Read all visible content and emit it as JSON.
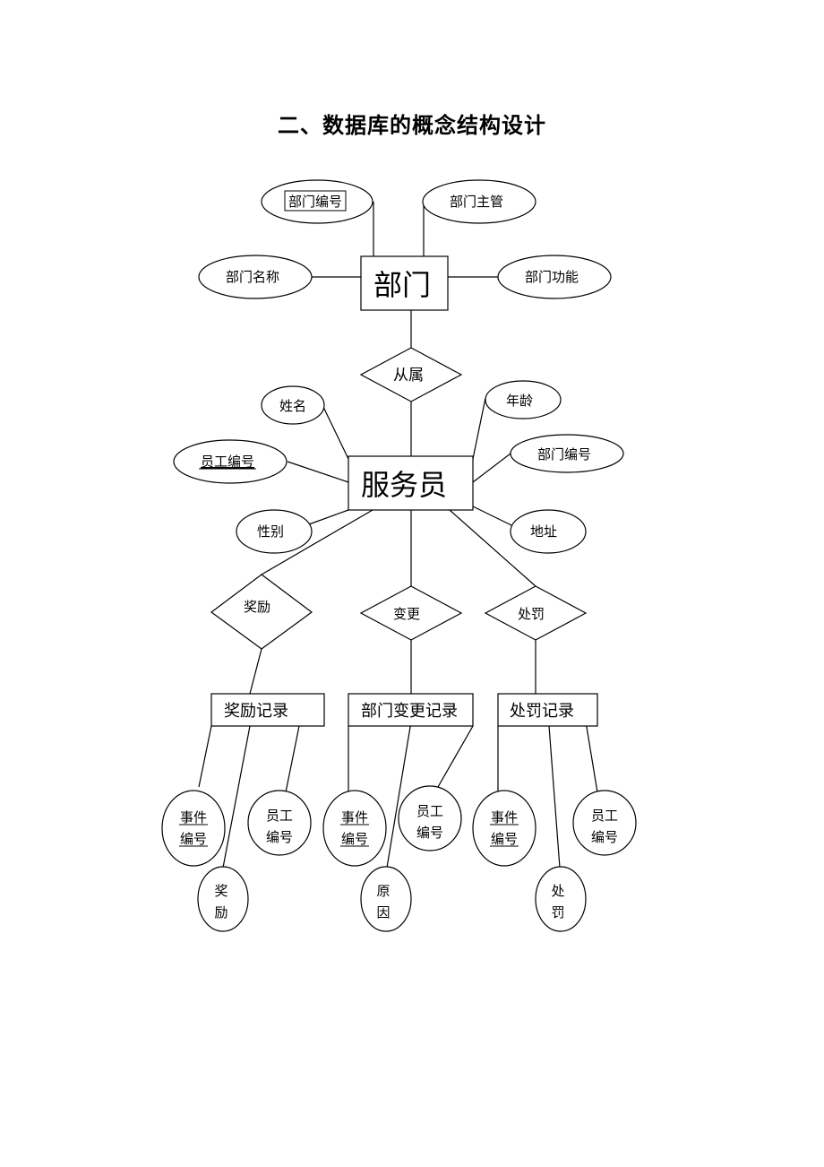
{
  "page_title": "二、数据库的概念结构设计",
  "entities": {
    "dept": "部门",
    "staff": "服务员",
    "reward_record": "奖励记录",
    "change_record": "部门变更记录",
    "punish_record": "处罚记录"
  },
  "relationships": {
    "belongs": "从属",
    "reward": "奖励",
    "change": "变更",
    "punish": "处罚"
  },
  "attributes": {
    "dept_id": "部门编号",
    "dept_manager": "部门主管",
    "dept_name": "部门名称",
    "dept_function": "部门功能",
    "staff_name": "姓名",
    "staff_age": "年龄",
    "staff_id": "员工编号",
    "staff_dept_id": "部门编号",
    "staff_gender": "性别",
    "staff_address": "地址",
    "rw_event_id": [
      "事件",
      "编号"
    ],
    "rw_staff_id": [
      "员工",
      "编号"
    ],
    "rw_reward": [
      "奖",
      "励"
    ],
    "ch_event_id": [
      "事件",
      "编号"
    ],
    "ch_staff_id": [
      "员工",
      "编号"
    ],
    "ch_reason": [
      "原",
      "因"
    ],
    "pn_event_id": [
      "事件",
      "编号"
    ],
    "pn_staff_id": [
      "员工",
      "编号"
    ],
    "pn_punish": [
      "处",
      "罚"
    ]
  }
}
